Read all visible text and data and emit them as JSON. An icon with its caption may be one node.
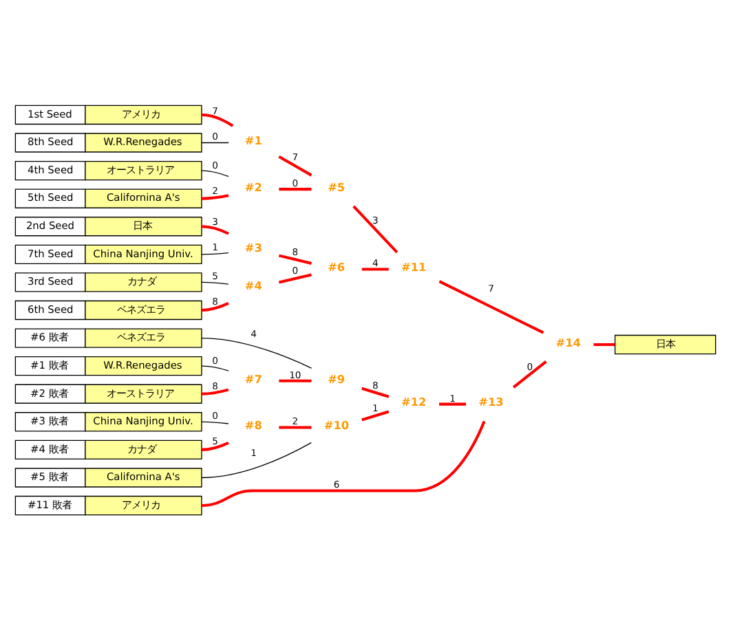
{
  "diagram": {
    "nodes": [
      {
        "text": [
          "1st Seed",
          "アメリカ"
        ]
      },
      {
        "text": [
          "8th Seed",
          "W.R.Renegades"
        ]
      },
      {
        "text": [
          "4th Seed",
          "オーストラリア"
        ]
      },
      {
        "text": [
          "5th Seed",
          "Californina A's"
        ]
      },
      {
        "text": [
          "2nd Seed",
          "日本"
        ]
      },
      {
        "text": [
          "7th Seed",
          "China Nanjing Univ."
        ]
      },
      {
        "text": [
          "3rd Seed",
          "カナダ"
        ]
      },
      {
        "text": [
          "6th Seed",
          "ベネズエラ"
        ]
      },
      {
        "text": [
          "#6 敗者",
          "ベネズエラ"
        ]
      },
      {
        "text": [
          "#1 敗者",
          "W.R.Renegades"
        ]
      },
      {
        "text": [
          "#2 敗者",
          "オーストラリア"
        ]
      },
      {
        "text": [
          "#3 敗者",
          "China Nanjing Univ."
        ]
      },
      {
        "text": [
          "#4 敗者",
          "カナダ"
        ]
      },
      {
        "text": [
          "#5 敗者",
          "Californina A's"
        ]
      },
      {
        "text": [
          "#11 敗者",
          "アメリカ"
        ]
      },
      {
        "text": [
          "日本"
        ]
      },
      {
        "text": [
          "#1"
        ]
      },
      {
        "text": [
          "#2"
        ]
      },
      {
        "text": [
          "#3"
        ]
      },
      {
        "text": [
          "#4"
        ]
      },
      {
        "text": [
          "#5"
        ]
      },
      {
        "text": [
          "#6"
        ]
      },
      {
        "text": [
          "#7"
        ]
      },
      {
        "text": [
          "#8"
        ]
      },
      {
        "text": [
          "#9"
        ]
      },
      {
        "text": [
          "#10"
        ]
      },
      {
        "text": [
          "#11"
        ]
      },
      {
        "text": [
          "#12"
        ]
      },
      {
        "text": [
          "#13"
        ]
      },
      {
        "text": [
          "#14"
        ]
      }
    ],
    "edges": [
      {
        "from": 0,
        "to": 16,
        "arrow": "none",
        "label": "7"
      },
      {
        "from": 1,
        "to": 16,
        "arrow": "none",
        "label": "0",
        "color": "#000000"
      },
      {
        "from": 2,
        "to": 17,
        "arrow": "none",
        "label": "0",
        "color": "#000000"
      },
      {
        "from": 3,
        "to": 17,
        "arrow": "none",
        "label": "2"
      },
      {
        "from": 4,
        "to": 18,
        "arrow": "none",
        "label": "3"
      },
      {
        "from": 5,
        "to": 18,
        "arrow": "none",
        "label": "1",
        "color": "#000000"
      },
      {
        "from": 6,
        "to": 19,
        "arrow": "none",
        "label": "5",
        "color": "#000000"
      },
      {
        "from": 7,
        "to": 19,
        "arrow": "none",
        "label": "8"
      },
      {
        "from": 16,
        "to": 20,
        "arrow": "none",
        "label": "7"
      },
      {
        "from": 17,
        "to": 20,
        "arrow": "none",
        "label": "0"
      },
      {
        "from": 18,
        "to": 21,
        "arrow": "none",
        "label": "8"
      },
      {
        "from": 19,
        "to": 21,
        "arrow": "none",
        "label": "0"
      },
      {
        "from": 20,
        "to": 26,
        "arrow": "none",
        "label": "3"
      },
      {
        "from": 21,
        "to": 26,
        "arrow": "none",
        "label": "4"
      },
      {
        "from": 26,
        "to": 29,
        "arrow": "none",
        "label": "7"
      },
      {
        "from": 29,
        "to": 15,
        "arrow": "none"
      },
      {
        "from": 8,
        "to": 24,
        "arrow": "none",
        "label": "4",
        "color": "#000000"
      },
      {
        "from": 9,
        "to": 22,
        "arrow": "none",
        "label": "0",
        "color": "#000000"
      },
      {
        "from": 10,
        "to": 22,
        "arrow": "none",
        "label": "8"
      },
      {
        "from": 22,
        "to": 24,
        "arrow": "none",
        "label": "10"
      },
      {
        "from": 24,
        "to": 27,
        "arrow": "none",
        "label": "8"
      },
      {
        "from": 11,
        "to": 23,
        "arrow": "none",
        "label": "0",
        "color": "#000000"
      },
      {
        "from": 12,
        "to": 23,
        "arrow": "none",
        "label": "5"
      },
      {
        "from": 23,
        "to": 25,
        "arrow": "none",
        "label": "2"
      },
      {
        "from": 13,
        "to": 25,
        "arrow": "none",
        "label": "1",
        "color": "#000000"
      },
      {
        "from": 25,
        "to": 27,
        "arrow": "none",
        "label": "1"
      },
      {
        "from": 27,
        "to": 28,
        "arrow": "none",
        "label": "1"
      },
      {
        "from": 14,
        "to": 28,
        "arrow": "none",
        "label": "6"
      },
      {
        "from": 28,
        "to": 29,
        "arrow": "none",
        "label": "0"
      }
    ]
  }
}
